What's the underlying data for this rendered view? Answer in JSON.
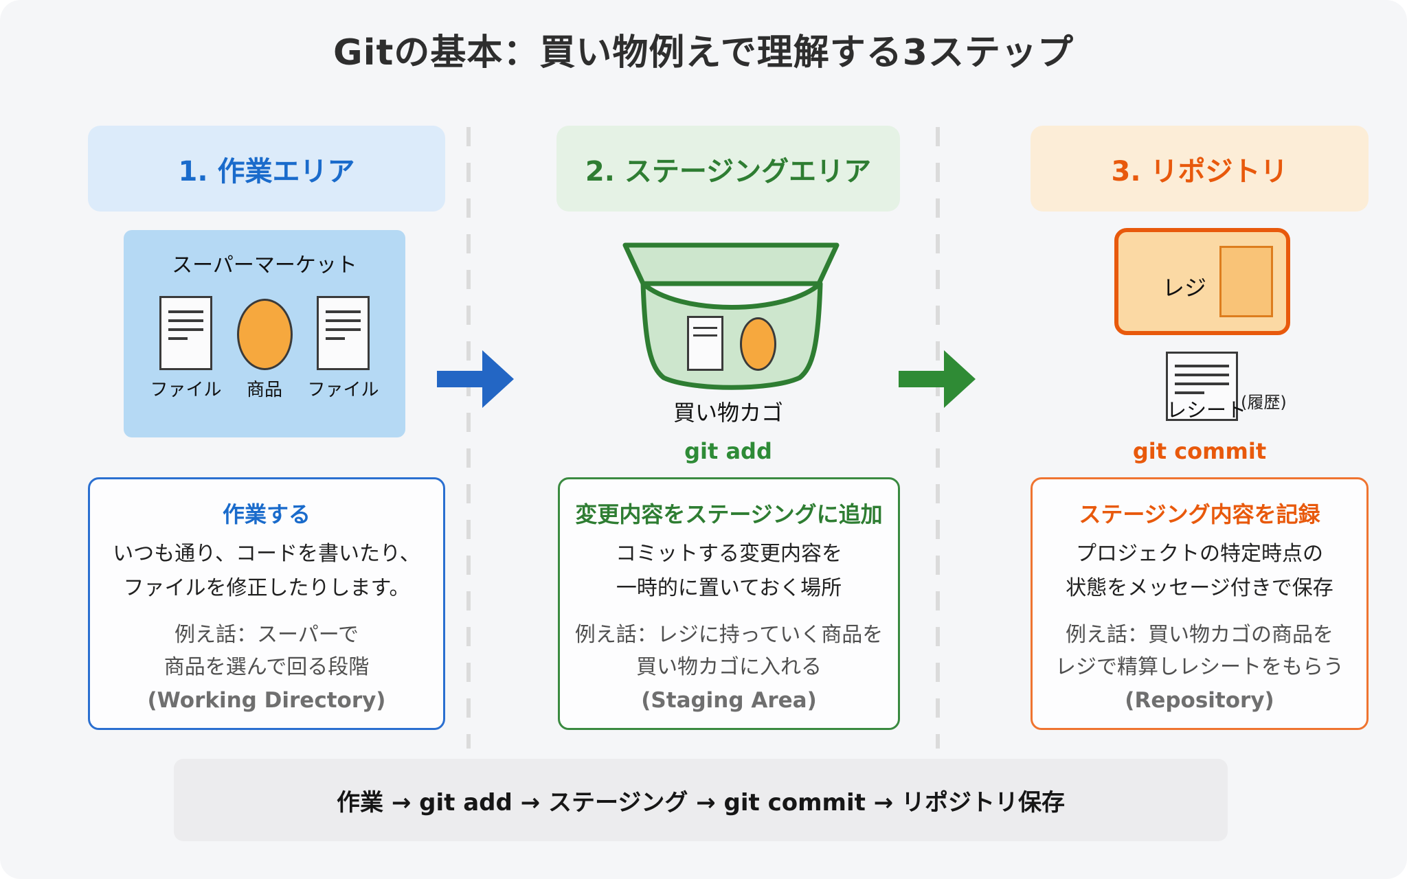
{
  "title": "Gitの基本：買い物例えで理解する3ステップ",
  "colors": {
    "background": "#f5f6f8",
    "blue_accent": "#1a6bcb",
    "blue_arrow": "#2366c4",
    "light_blue_bg": "#dcebfa",
    "supermarket_bg": "#b5d9f4",
    "green_accent": "#2e7d32",
    "green_arrow": "#2f8b35",
    "light_green_bg": "#e5f2e5",
    "basket_fill": "#cde6cd",
    "orange_accent": "#e8590c",
    "light_orange_bg": "#fcedd7",
    "register_fill": "#fbd9a4",
    "product_fill": "#f6a83e",
    "banner_bg": "#ececee"
  },
  "working_area": {
    "header": "1. 作業エリア",
    "supermarket_title": "スーパーマーケット",
    "item_labels": {
      "file1": "ファイル",
      "product": "商品",
      "file2": "ファイル"
    },
    "card": {
      "title": "作業する",
      "body": [
        "いつも通り、コードを書いたり、",
        "ファイルを修正したりします。"
      ],
      "analogy": [
        "例え話：スーパーで",
        "商品を選んで回る段階"
      ],
      "english": "(Working Directory)"
    }
  },
  "staging_area": {
    "header": "2. ステージングエリア",
    "basket_label": "買い物カゴ",
    "command": "git add",
    "card": {
      "title": "変更内容をステージングに追加",
      "body": [
        "コミットする変更内容を",
        "一時的に置いておく場所"
      ],
      "analogy": [
        "例え話：レジに持っていく商品を",
        "買い物カゴに入れる"
      ],
      "english": "(Staging Area)"
    }
  },
  "repository": {
    "header": "3. リポジトリ",
    "register_label": "レジ",
    "receipt_label": "レシート",
    "receipt_note": "(履歴)",
    "command": "git commit",
    "card": {
      "title": "ステージング内容を記録",
      "body": [
        "プロジェクトの特定時点の",
        "状態をメッセージ付きで保存"
      ],
      "analogy": [
        "例え話：買い物カゴの商品を",
        "レジで精算しレシートをもらう"
      ],
      "english": "(Repository)"
    }
  },
  "flow_banner": "作業 → git add → ステージング → git commit → リポジトリ保存"
}
